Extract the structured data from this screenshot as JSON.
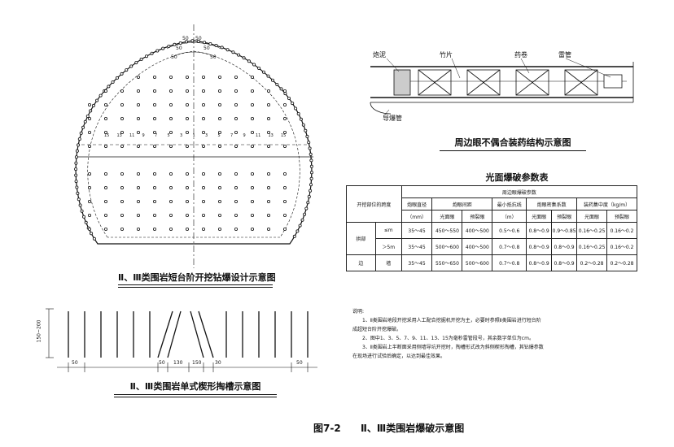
{
  "tunnel": {
    "caption": "Ⅱ、Ⅲ类围岩短台阶开挖钻爆设计示意图",
    "dims": [
      "50",
      "50",
      "50",
      "50",
      "50",
      "50"
    ],
    "hole_numbers": [
      "15",
      "13",
      "11",
      "9",
      "7",
      "5",
      "3",
      "1",
      "3",
      "5",
      "7",
      "9",
      "11",
      "13",
      "15"
    ]
  },
  "charge": {
    "labels": {
      "mud": "炮泥",
      "bamboo": "竹片",
      "explosive": "药卷",
      "detonator": "雷管",
      "detcord": "导爆管"
    },
    "caption": "周边眼不偶合装药结构示意图"
  },
  "table": {
    "title": "光面爆破参数表",
    "head_main": "周边眼爆破参数",
    "col_left": "开挖部位的跨度",
    "headers": [
      "炮眼直径",
      "炮眼间距",
      "最小抵抗线",
      "炮眼密集系数",
      "装药集中度（kg/m）"
    ],
    "units": [
      "（mm）",
      "光面眼",
      "预裂眼",
      "（m）",
      "光面眼",
      "预裂眼",
      "光面眼",
      "预裂眼"
    ],
    "group": "拱部",
    "rows": [
      {
        "span": "≤m",
        "cells": [
          "35～45",
          "450～550",
          "400～500",
          "0.5～0.6",
          "0.8～0.9",
          "0.9～0.85",
          "0.16～0.25",
          "0.16～0.2"
        ]
      },
      {
        "span": "＞5m",
        "cells": [
          "35～45",
          "500～600",
          "400～500",
          "0.7～0.8",
          "0.8～0.9",
          "0.8～0.9",
          "0.16～0.25",
          "0.16～0.2"
        ]
      }
    ],
    "wall_a": "边",
    "wall_b": "墙",
    "wall_cells": [
      "35～45",
      "550～650",
      "500～600",
      "0.7～0.8",
      "0.8～0.9",
      "0.8～0.9",
      "0.2～0.28",
      "0.2～0.28"
    ]
  },
  "notes": {
    "heading": "说明:",
    "lines": [
      "1、Ⅱ类围岩地段开挖采用人工配合挖掘机开挖为主，必要时参照Ⅱ类围岩进行短台阶",
      "成超短台阶开挖爆破。",
      "2、图中1、3、5、7、9、11、13、15为毫秒雷管段号，其余数字单位为cm。",
      "3、Ⅱ类围岩上半断面采用侧墙导坑开挖时，掏槽形式改为斜侧楔形掏槽，其钻爆参数",
      "在现场进行试验后确定，以达到最佳效果。"
    ]
  },
  "wedge": {
    "caption": "Ⅱ、Ⅲ类围岩单式楔形掏槽示意图",
    "side_label": "150~200",
    "dims_bottom": [
      "50",
      "50",
      "130",
      "150",
      "30",
      "50"
    ]
  },
  "figure": {
    "number": "图7-2",
    "title": "Ⅱ、Ⅲ类围岩爆破示意图"
  }
}
